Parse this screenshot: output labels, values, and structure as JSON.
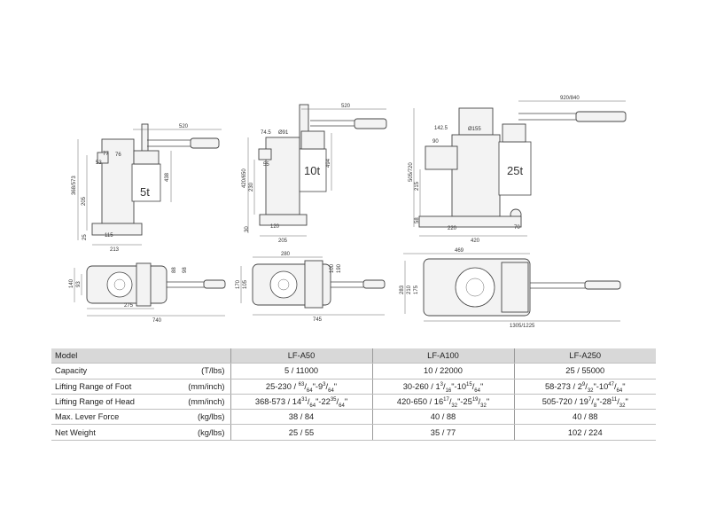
{
  "drawings": {
    "a50": {
      "load_label": "5t",
      "front_dims": [
        "520",
        "368/573",
        "205",
        "53",
        "77",
        "76",
        "438",
        "25",
        "115",
        "213"
      ],
      "top_dims": [
        "140",
        "93",
        "88",
        "98",
        "275",
        "740"
      ]
    },
    "a100": {
      "load_label": "10t",
      "front_dims": [
        "520",
        "74.5",
        "Ø91",
        "420/650",
        "230",
        "55",
        "494",
        "30",
        "120",
        "205"
      ],
      "top_dims": [
        "280",
        "170",
        "105",
        "100",
        "190",
        "745"
      ]
    },
    "a250": {
      "load_label": "25t",
      "front_dims": [
        "920/840",
        "142.5",
        "Ø155",
        "90",
        "505/720",
        "215",
        "58",
        "220",
        "70",
        "420"
      ],
      "top_dims": [
        "469",
        "283",
        "210",
        "175",
        "1305/1225"
      ]
    }
  },
  "table": {
    "header": {
      "model": "Model",
      "col1": "LF-A50",
      "col2": "LF-A100",
      "col3": "LF-A250"
    },
    "rows": [
      {
        "label": "Capacity",
        "unit": "(T/lbs)",
        "v1": "5 / 11000",
        "v2": "10 / 22000",
        "v3": "25 / 55000"
      },
      {
        "label": "Lifting Range of Foot",
        "unit": "(mm/inch)"
      },
      {
        "label": "Lifting Range of Head",
        "unit": "(mm/inch)"
      },
      {
        "label": "Max. Lever Force",
        "unit": "(kg/lbs)",
        "v1": "38 / 84",
        "v2": "40 / 88",
        "v3": "40 / 88"
      },
      {
        "label": "Net Weight",
        "unit": "(kg/lbs)",
        "v1": "25 / 55",
        "v2": "35 / 77",
        "v3": "102 / 224"
      }
    ],
    "frac": {
      "f1": {
        "a": "25-230 / ",
        "b": "63",
        "c": "64",
        "d": "\"-9",
        "e": "3",
        "f": "64",
        "g": "\""
      },
      "f2": {
        "a": "30-260 / 1",
        "b": "3",
        "c": "16",
        "d": "\"-10",
        "e": "15",
        "f": "64",
        "g": "\""
      },
      "f3": {
        "a": "58-273 / 2",
        "b": "9",
        "c": "32",
        "d": "\"-10",
        "e": "47",
        "f": "64",
        "g": "\""
      },
      "h1": {
        "a": "368-573 / 14",
        "b": "31",
        "c": "64",
        "d": "\"-22",
        "e": "35",
        "f": "64",
        "g": "\""
      },
      "h2": {
        "a": "420-650 / 16",
        "b": "17",
        "c": "32",
        "d": "\"-25",
        "e": "19",
        "f": "32",
        "g": "\""
      },
      "h3": {
        "a": "505-720 / 19",
        "b": "7",
        "c": "8",
        "d": "\"-28",
        "e": "11",
        "f": "32",
        "g": "\""
      }
    }
  }
}
